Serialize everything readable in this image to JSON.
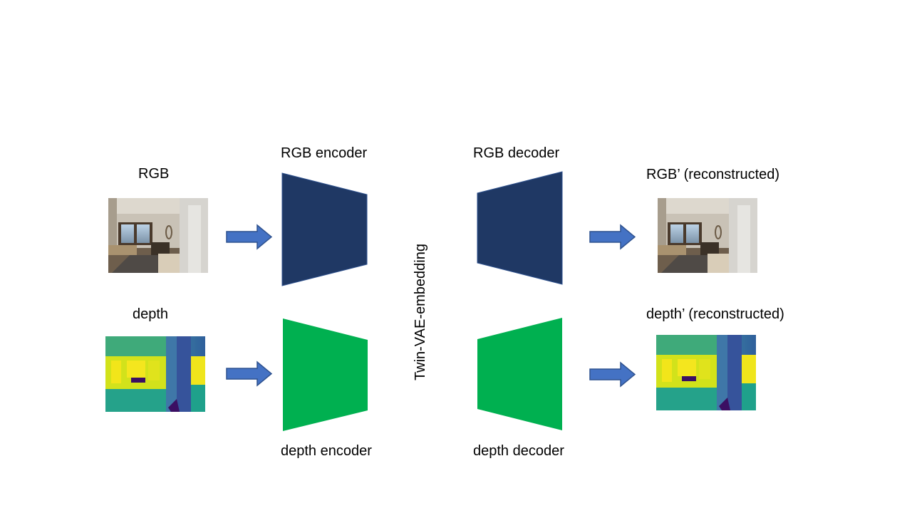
{
  "labels": {
    "rgb_input": "RGB",
    "depth_input": "depth",
    "rgb_encoder": "RGB encoder",
    "depth_encoder": "depth encoder",
    "rgb_decoder": "RGB decoder",
    "depth_decoder": "depth decoder",
    "rgb_output": "RGB’ (reconstructed)",
    "depth_output": "depth’ (reconstructed)",
    "embedding": "Twin-VAE-embedding"
  },
  "colors": {
    "rgb_block": "#1f3864",
    "depth_block": "#00b050",
    "arrow_fill": "#4472c4",
    "arrow_stroke": "#2f528f"
  }
}
